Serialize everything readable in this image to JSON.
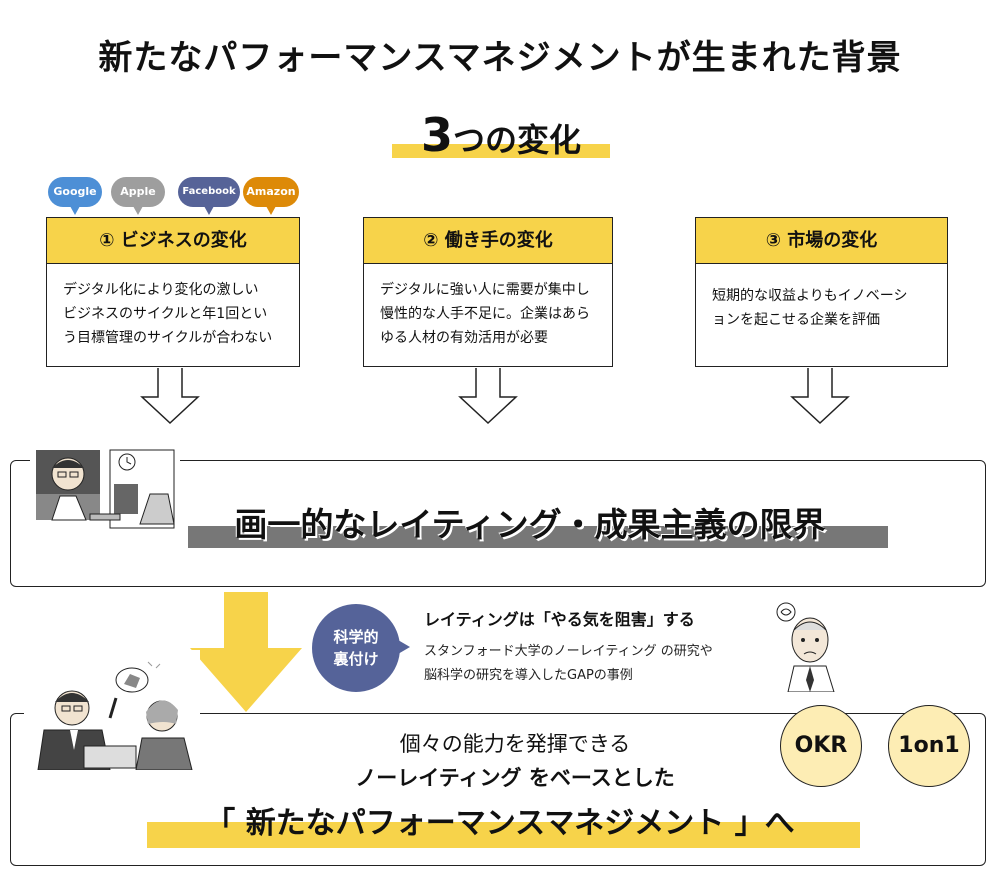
{
  "title": "新たなパフォーマンスマネジメントが生まれた背景",
  "subtitle": {
    "number": "3",
    "text": "つの変化"
  },
  "bubbles": [
    {
      "label": "Google",
      "color": "#4d8fd6"
    },
    {
      "label": "Apple",
      "color": "#9e9e9e"
    },
    {
      "label": "Facebook",
      "color": "#566398"
    },
    {
      "label": "Amazon",
      "color": "#dd8a08"
    }
  ],
  "changes": [
    {
      "heading": "①  ビジネスの変化",
      "lines": [
        "デジタル化により変化の激しい",
        "ビジネスのサイクルと年1回とい",
        "う目標管理のサイクルが合わない"
      ]
    },
    {
      "heading": "②  働き手の変化",
      "lines": [
        "デジタルに強い人に需要が集中し",
        "慢性的な人手不足に。企業はあら",
        "ゆる人材の有効活用が必要"
      ]
    },
    {
      "heading": "③  市場の変化",
      "lines": [
        "短期的な収益よりもイノベーシ",
        "ョンを起こせる企業を評価"
      ]
    }
  ],
  "limit": "画一的なレイティング・成果主義の限界",
  "science": {
    "badge_line1": "科学的",
    "badge_line2": "裏付け",
    "heading": "レイティングは「やる気を阻害」する",
    "line1": "スタンフォード大学のノーレイティング の研究や",
    "line2": "脳科学の研究を導入したGAPの事例"
  },
  "conclusion": {
    "line1": "個々の能力を発揮できる",
    "line2": "ノーレイティング をベースとした",
    "line3": "「 新たなパフォーマンスマネジメント 」へ"
  },
  "tags": [
    "OKR",
    "1on1"
  ],
  "colors": {
    "accent_yellow": "#f7d34a",
    "navy": "#556399",
    "pale_yellow": "#fdedb4"
  }
}
